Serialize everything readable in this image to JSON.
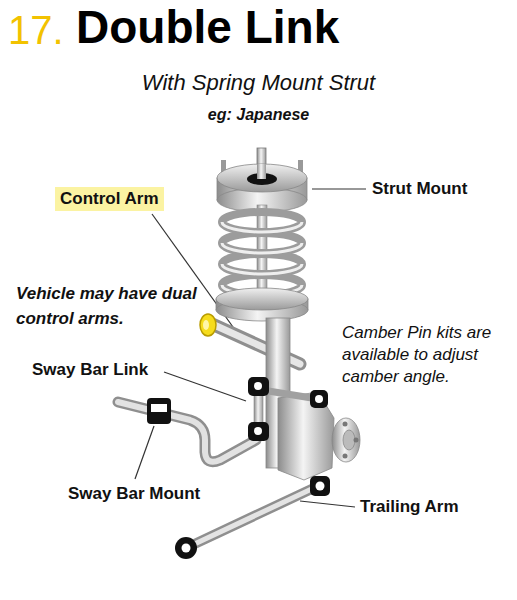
{
  "diagram": {
    "title": "Double Link",
    "nodes": [
      {
        "text": [
          "Control Arm"
        ]
      }
    ],
    "labels": [
      "17.",
      "With Spring Mount Strut",
      "eg: Japanese",
      "Strut Mount",
      "Vehicle may have dual control arms.",
      "Camber Pin kits are available to adjust camber angle.",
      "Sway Bar Link",
      "Sway Bar Mount",
      "Trailing Arm"
    ]
  }
}
